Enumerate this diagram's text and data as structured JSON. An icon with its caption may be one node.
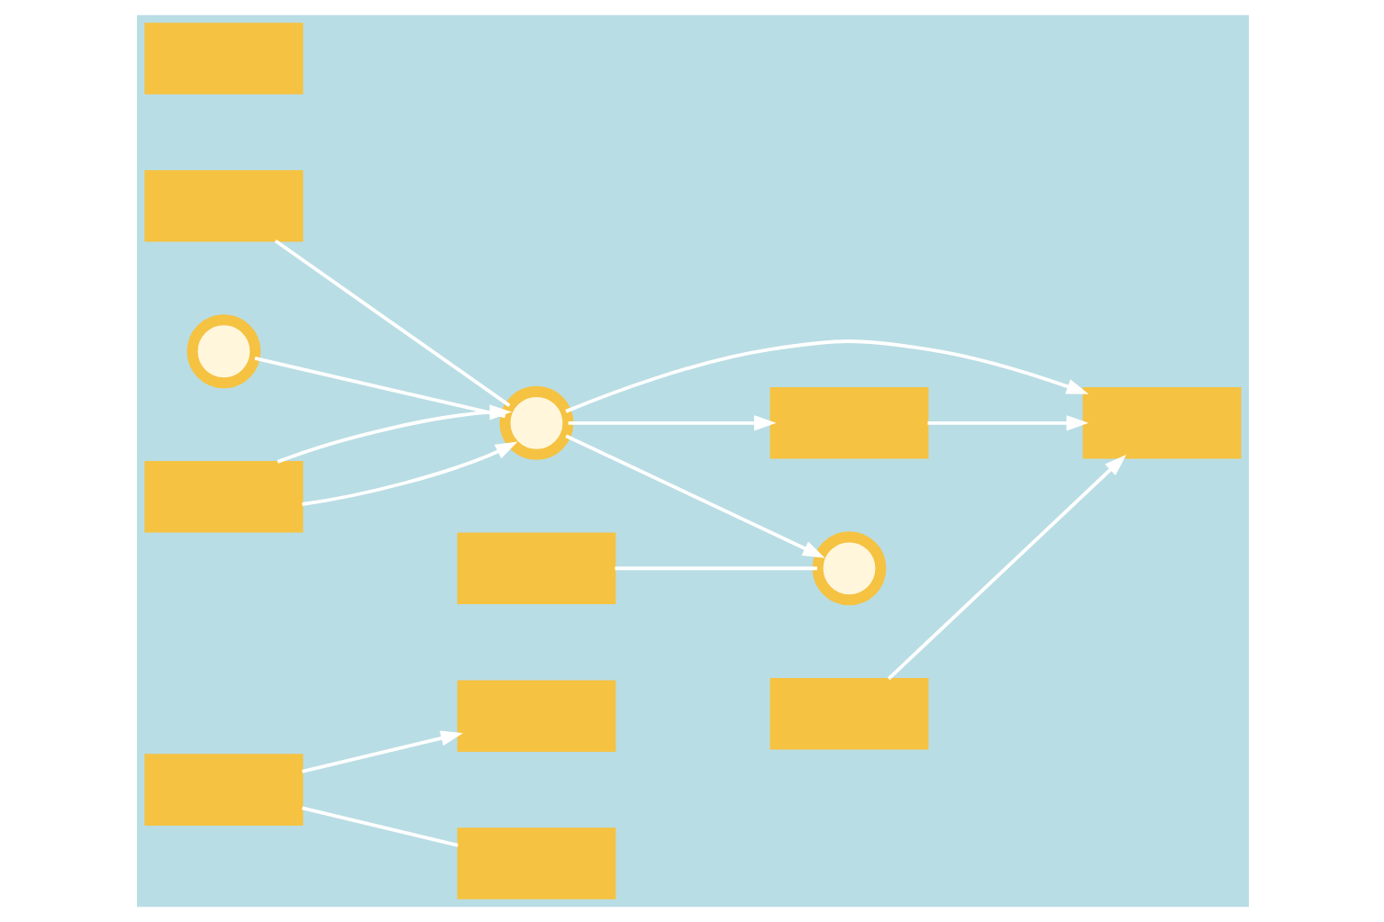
{
  "diagram": {
    "nodes": [
      {
        "text": [],
        "shape": "box"
      },
      {
        "text": [],
        "shape": "box"
      },
      {
        "text": [],
        "shape": "box"
      },
      {
        "text": [],
        "shape": "circle"
      },
      {
        "text": [],
        "shape": "circle"
      },
      {
        "text": [],
        "shape": "box"
      },
      {
        "text": [],
        "shape": "box"
      },
      {
        "text": [],
        "shape": "box"
      },
      {
        "text": [],
        "shape": "box"
      },
      {
        "text": [],
        "shape": "circle"
      },
      {
        "text": [],
        "shape": "box"
      },
      {
        "text": [],
        "shape": "box"
      },
      {
        "text": [],
        "shape": "box"
      }
    ],
    "edges": [
      {
        "from": 2,
        "to": 4,
        "arrow": "none"
      },
      {
        "from": 3,
        "to": 4,
        "arrow": "none"
      },
      {
        "from": 8,
        "to": 4,
        "arrow": "to"
      },
      {
        "from": 8,
        "to": 4,
        "arrow": "to"
      },
      {
        "from": 4,
        "to": 5,
        "arrow": "to"
      },
      {
        "from": 6,
        "to": 5,
        "arrow": "to"
      },
      {
        "from": 7,
        "to": 5,
        "arrow": "to"
      },
      {
        "from": 4,
        "to": 7,
        "arrow": "to"
      },
      {
        "from": 4,
        "to": 9,
        "arrow": "to"
      },
      {
        "from": 11,
        "to": 9,
        "arrow": "none"
      },
      {
        "from": 10,
        "to": 0,
        "arrow": "to"
      },
      {
        "from": 10,
        "to": 1,
        "arrow": "none"
      }
    ]
  }
}
